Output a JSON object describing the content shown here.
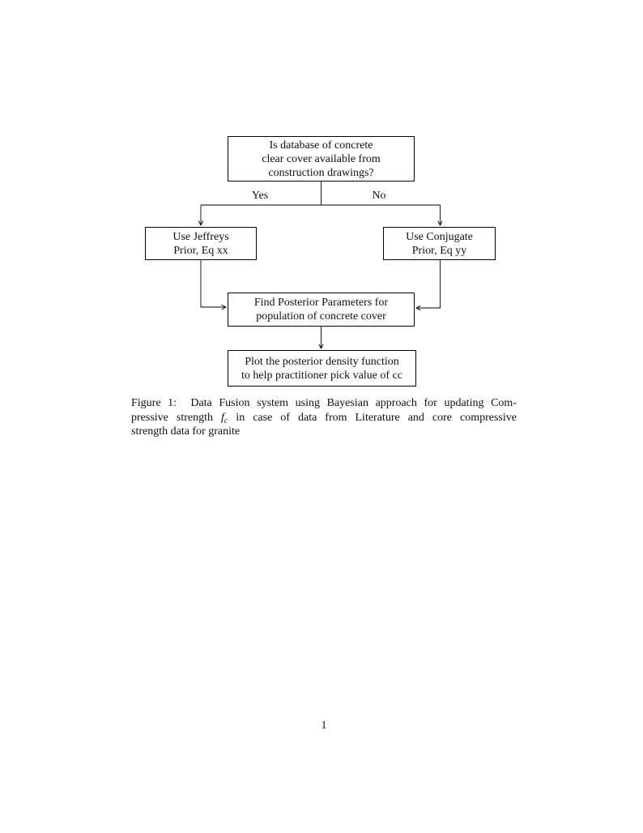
{
  "flowchart": {
    "nodes": {
      "question": {
        "lines": [
          "Is database of concrete",
          "clear cover available from",
          "construction drawings?"
        ]
      },
      "jeffreys": {
        "lines": [
          "Use Jeffreys",
          "Prior, Eq xx"
        ]
      },
      "conjugate": {
        "lines": [
          "Use Conjugate",
          "Prior, Eq yy"
        ]
      },
      "posterior": {
        "lines": [
          "Find Posterior Parameters for",
          "population of concrete cover"
        ]
      },
      "plot": {
        "lines": [
          "Plot the posterior density function",
          "to help practitioner pick value of cc"
        ]
      }
    },
    "edge_labels": {
      "yes": "Yes",
      "no": "No"
    },
    "line_color": "#000000"
  },
  "caption": {
    "line1": "Figure 1:  Data Fusion system using Bayesian approach for updating Com-",
    "line2_pre": "pressive strength ",
    "fc_base": "f",
    "fc_subscript": "c",
    "line2_post": " in case of data from Literature and core compressive",
    "line3": "strength data for granite"
  },
  "page": {
    "number": "1"
  }
}
